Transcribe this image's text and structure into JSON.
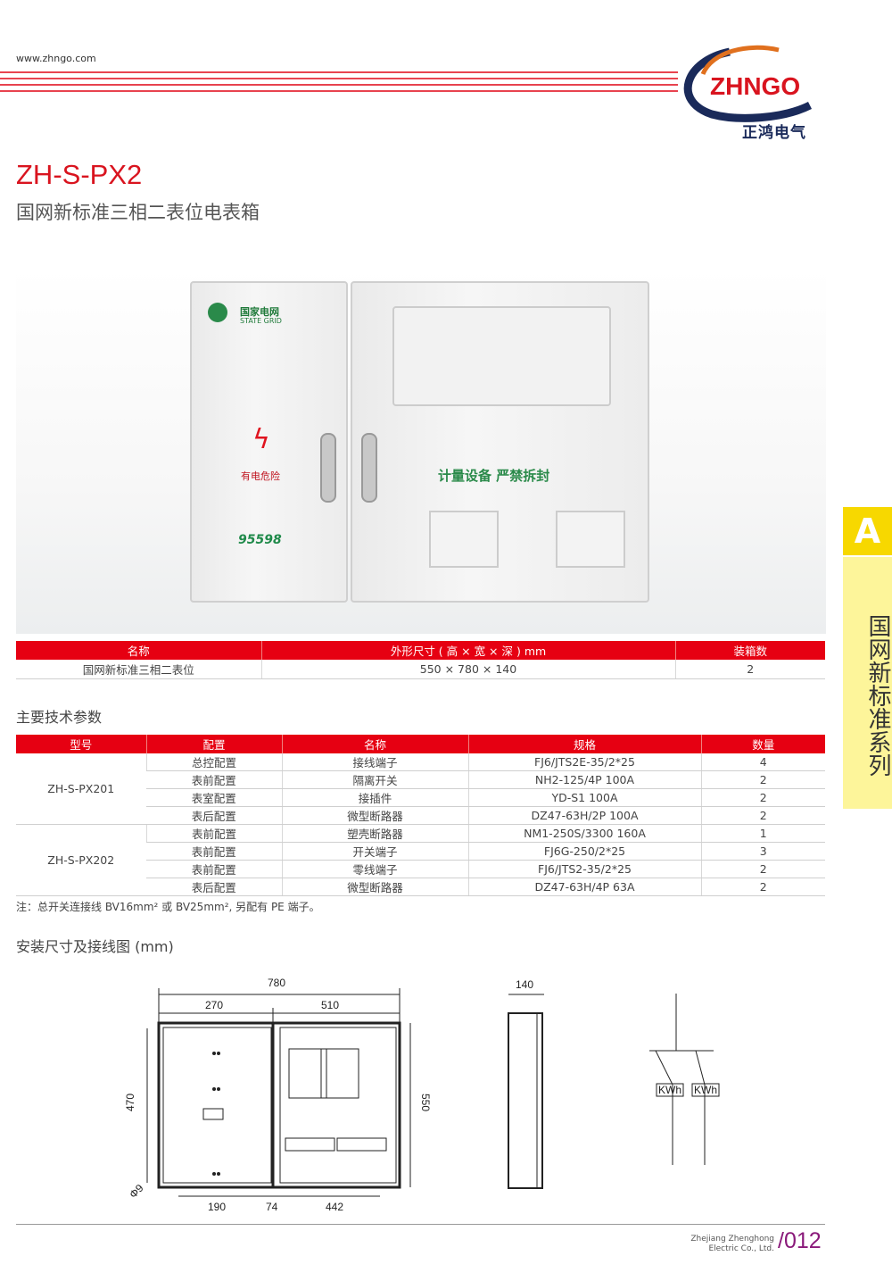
{
  "header": {
    "url": "www.zhngo.com",
    "logo_text": "ZHNGO",
    "logo_cn": "正鸿电气",
    "accent": "#e60012"
  },
  "product": {
    "model": "ZH-S-PX2",
    "name": "国网新标准三相二表位电表箱",
    "photo": {
      "brand_cn": "国家电网",
      "brand_en": "STATE GRID",
      "warning": "有电危险",
      "hotline": "95598",
      "meter_label": "计量设备 严禁拆封"
    }
  },
  "spec_table": {
    "headers": [
      "名称",
      "外形尺寸 ( 高 × 宽 × 深 ) mm",
      "装箱数"
    ],
    "rows": [
      [
        "国网新标准三相二表位",
        "550 × 780 × 140",
        "2"
      ]
    ]
  },
  "tech": {
    "title": "主要技术参数",
    "headers": [
      "型号",
      "配置",
      "名称",
      "规格",
      "数量"
    ],
    "groups": [
      {
        "model": "ZH-S-PX201",
        "rows": [
          [
            "总控配置",
            "接线端子",
            "FJ6/JTS2E-35/2*25",
            "4"
          ],
          [
            "表前配置",
            "隔离开关",
            "NH2-125/4P 100A",
            "2"
          ],
          [
            "表室配置",
            "接插件",
            "YD-S1 100A",
            "2"
          ],
          [
            "表后配置",
            "微型断路器",
            "DZ47-63H/2P 100A",
            "2"
          ]
        ]
      },
      {
        "model": "ZH-S-PX202",
        "rows": [
          [
            "表前配置",
            "塑壳断路器",
            "NM1-250S/3300 160A",
            "1"
          ],
          [
            "表前配置",
            "开关端子",
            "FJ6G-250/2*25",
            "3"
          ],
          [
            "表前配置",
            "零线端子",
            "FJ6/JTS2-35/2*25",
            "2"
          ],
          [
            "表后配置",
            "微型断路器",
            "DZ47-63H/4P 63A",
            "2"
          ]
        ]
      }
    ],
    "note": "注：总开关连接线 BV16mm² 或 BV25mm², 另配有 PE 端子。"
  },
  "drawing": {
    "title": "安装尺寸及接线图 (mm)",
    "dims": {
      "total_width": "780",
      "left_width": "270",
      "right_width": "510",
      "inner_height": "470",
      "height": "550",
      "depth": "140",
      "bottom_left": "190",
      "bottom_mid": "74",
      "bottom_right": "442",
      "hole": "Φ9"
    },
    "meter_label": "KWh"
  },
  "side_tab": {
    "letter": "A",
    "text": "国网新标准系列"
  },
  "footer": {
    "company_line1": "Zhejiang Zhenghong",
    "company_line2": "Electric Co., Ltd.",
    "page": "/012"
  }
}
